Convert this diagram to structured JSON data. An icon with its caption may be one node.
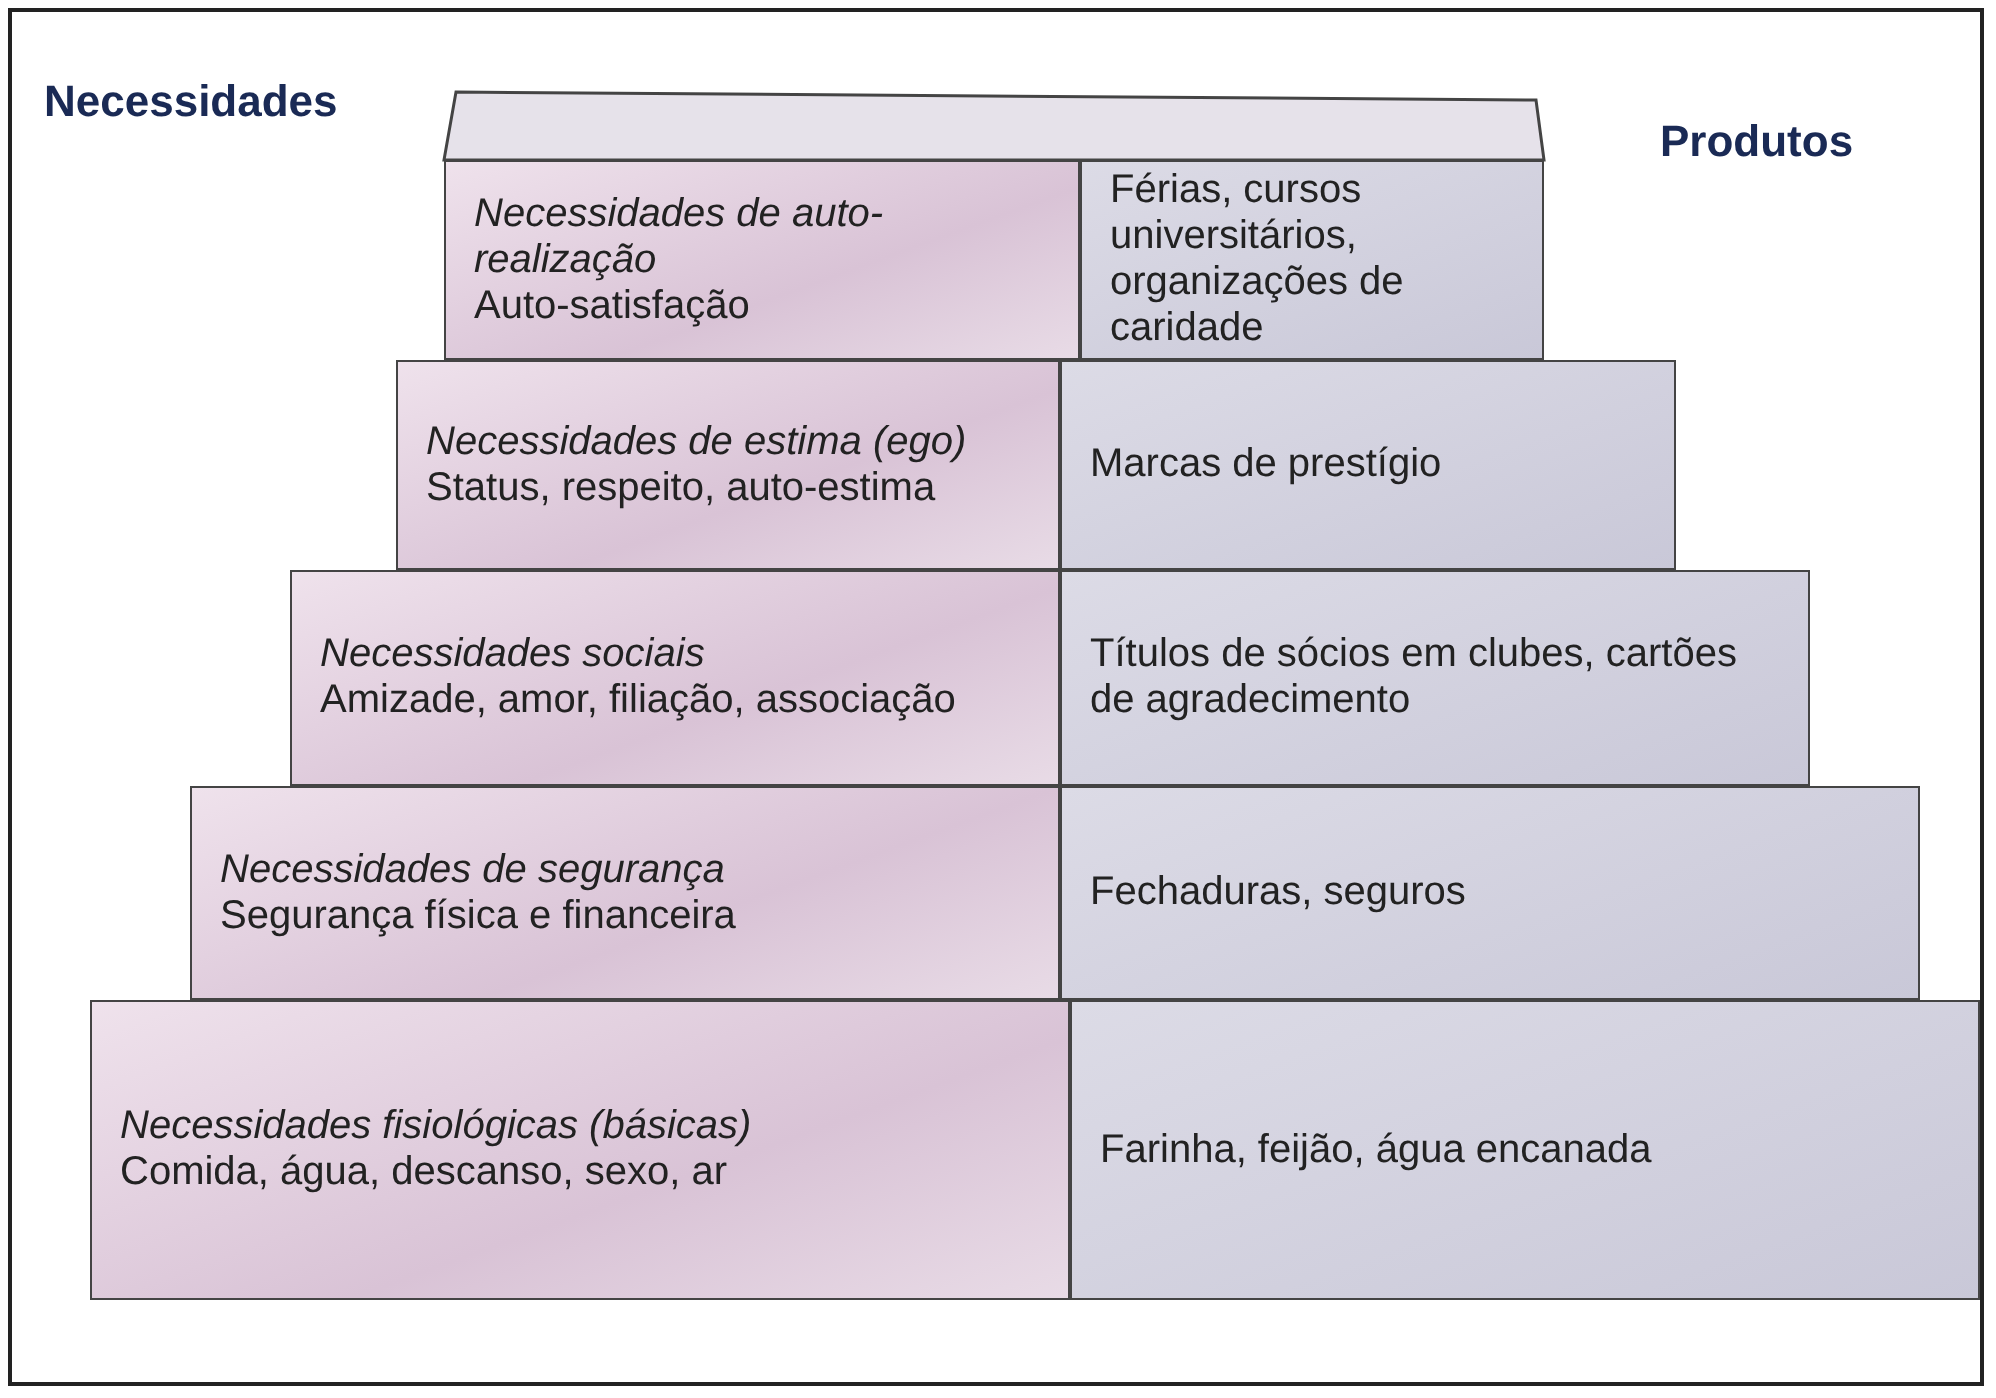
{
  "diagram": {
    "nodes": [
      {
        "text": [
          "Necessidades de auto-realização",
          "Auto-satisfação"
        ]
      },
      {
        "text": [
          "Férias, cursos universitários, organizações de caridade"
        ]
      },
      {
        "text": [
          "Necessidades de estima (ego)",
          "Status, respeito, auto-estima"
        ]
      },
      {
        "text": [
          "Marcas de prestígio"
        ]
      },
      {
        "text": [
          "Necessidades sociais",
          "Amizade, amor, filiação, associação"
        ]
      },
      {
        "text": [
          "Títulos de sócios em clubes, cartões de agradecimento"
        ]
      },
      {
        "text": [
          "Necessidades de segurança",
          "Segurança física e financeira"
        ]
      },
      {
        "text": [
          "Fechaduras, seguros"
        ]
      },
      {
        "text": [
          "Necessidades fisiológicas (básicas)",
          "Comida, água, descanso, sexo, ar"
        ]
      },
      {
        "text": [
          "Farinha, feijão, água encanada"
        ]
      }
    ],
    "labels": [
      "Necessidades",
      "Produtos"
    ]
  }
}
